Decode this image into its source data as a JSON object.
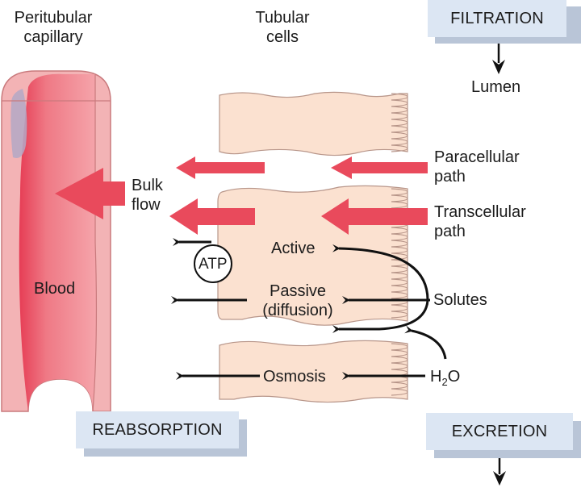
{
  "title_labels": {
    "capillary": [
      "Peritubular",
      "capillary"
    ],
    "tubular_cells": [
      "Tubular",
      "cells"
    ]
  },
  "process_boxes": {
    "filtration": "FILTRATION",
    "reabsorption": "REABSORPTION",
    "excretion": "EXCRETION"
  },
  "labels": {
    "lumen": "Lumen",
    "blood": "Blood",
    "bulk_flow": [
      "Bulk",
      "flow"
    ],
    "paracellular": [
      "Paracellular",
      "path"
    ],
    "transcellular": [
      "Transcellular",
      "path"
    ],
    "active": "Active",
    "atp": "ATP",
    "passive": [
      "Passive",
      "(diffusion)"
    ],
    "solutes": "Solutes",
    "osmosis": "Osmosis",
    "h2o_main": "H",
    "h2o_sub": "2",
    "h2o_end": "O"
  },
  "colors": {
    "vessel_wall": "#f3b3b5",
    "vessel_lumen": "#ef7f8a",
    "vessel_dark": "#e84c60",
    "vessel_inner_shadow": "#b3a8c6",
    "cell_fill": "#fbe1d0",
    "cell_outline": "#b8968a",
    "red_arrow": "#e94a5c",
    "box_face": "#dce6f3",
    "box_shadow": "#b9c5d7"
  }
}
